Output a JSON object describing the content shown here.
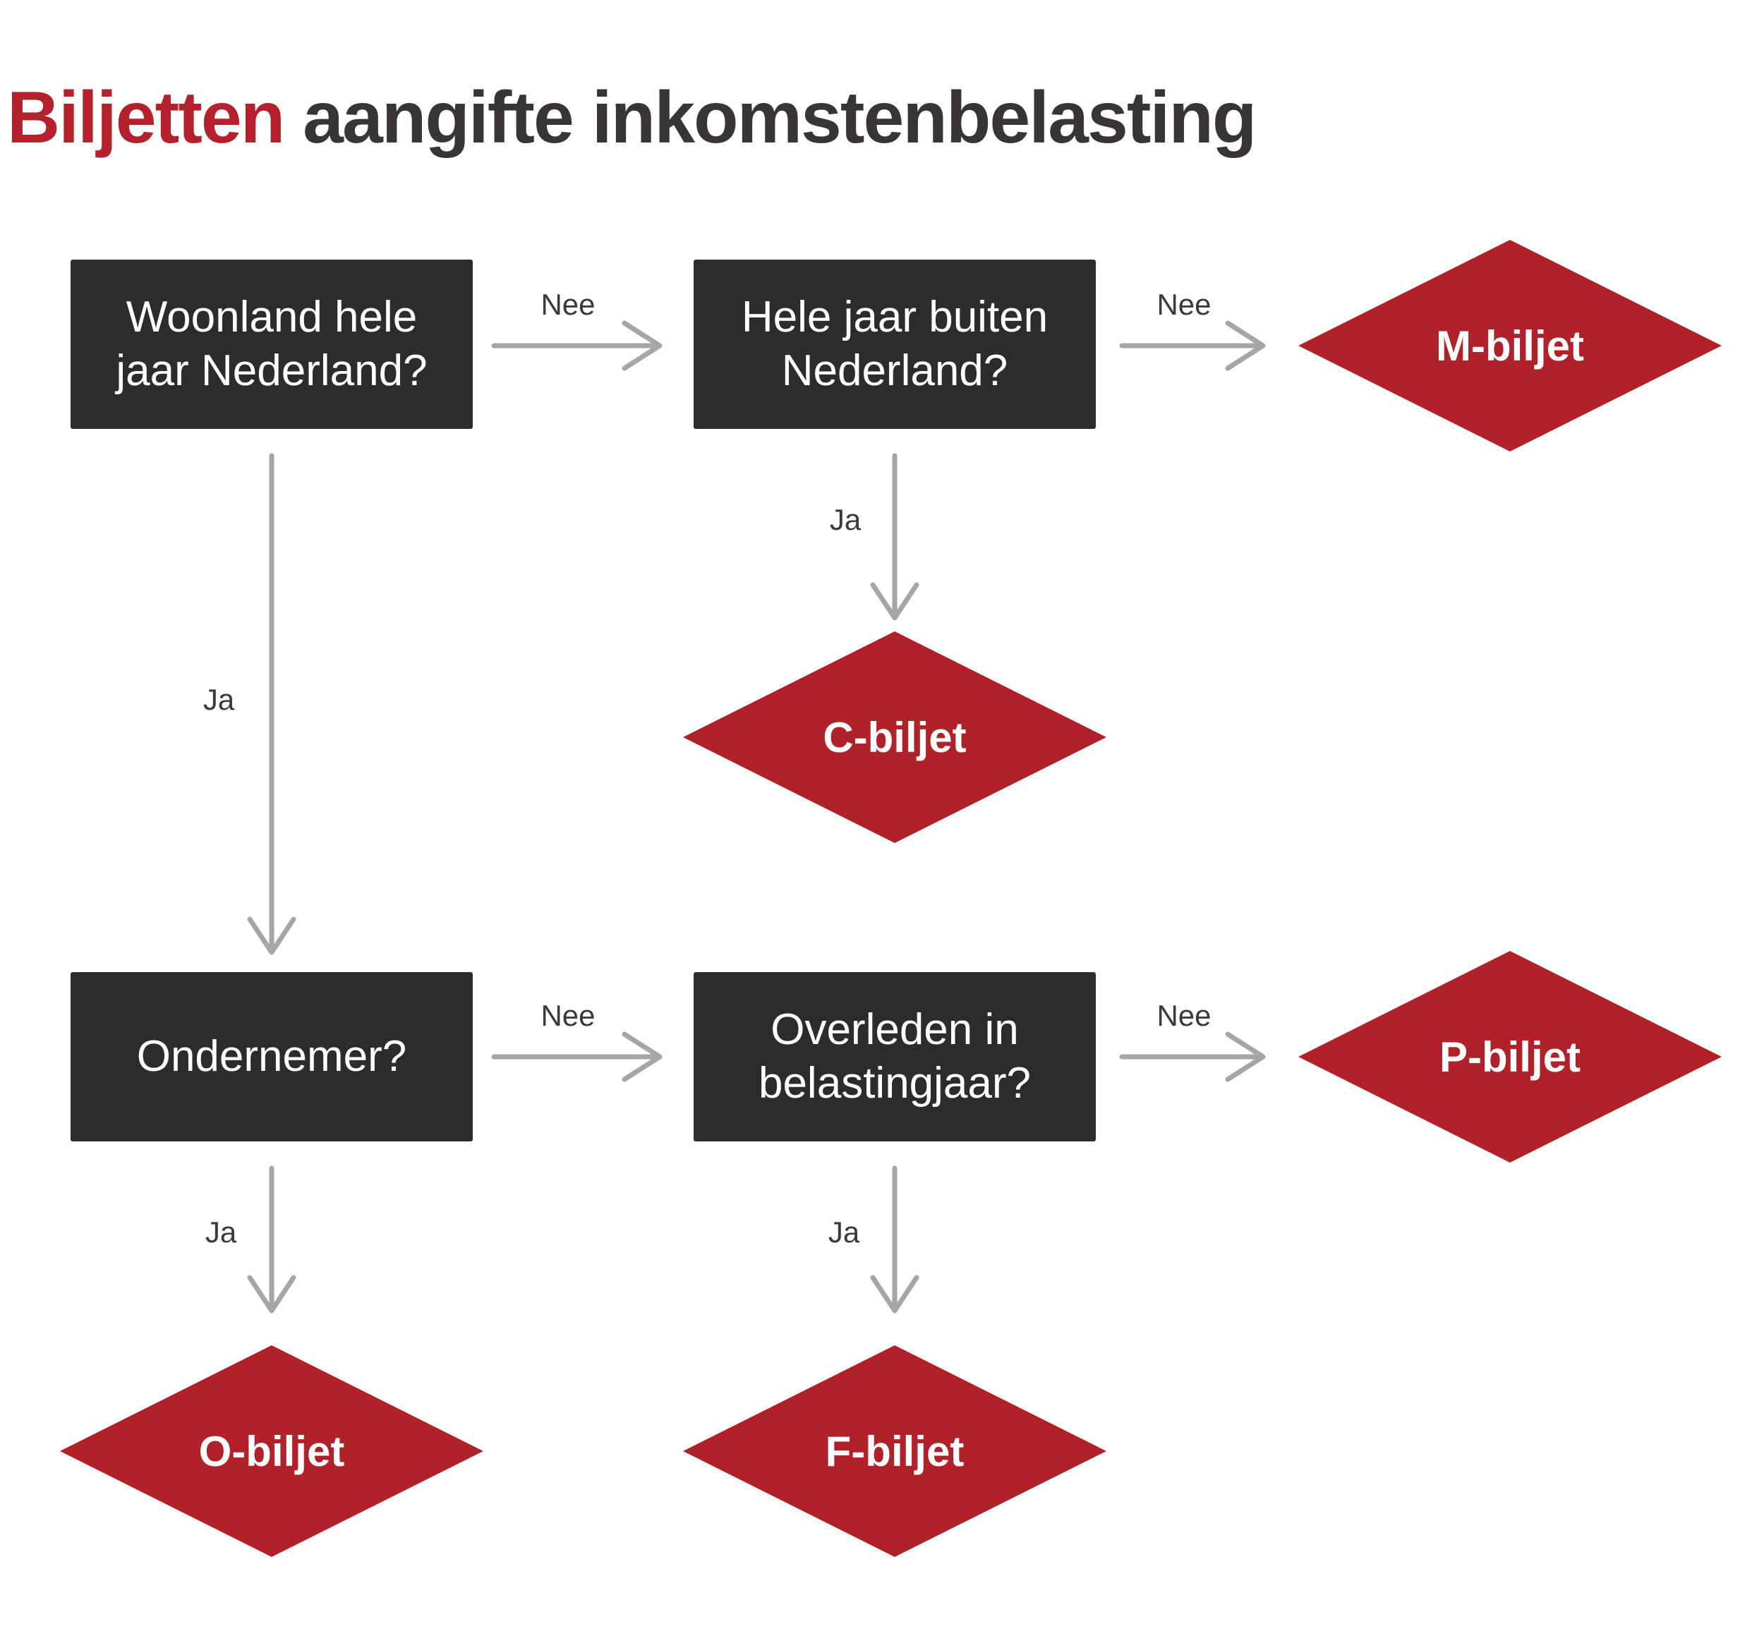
{
  "title": {
    "accent": "Biljetten",
    "rest": " aangifte inkomstenbelasting"
  },
  "palette": {
    "title_red": "#b4202c",
    "title_dark": "#393536",
    "question_box_dark": "#2e2b2c",
    "result_diamond_red": "#b1212a",
    "arrow_gray": "#a6a6a6",
    "edge_label_gray": "#3a3a3a",
    "node_text_white": "#ffffff",
    "background": "#ffffff"
  },
  "nodes": {
    "q_woonland": {
      "type": "question",
      "label": "Woonland hele\njaar Nederland?"
    },
    "q_buiten": {
      "type": "question",
      "label": "Hele jaar buiten\nNederland?"
    },
    "q_ondernemer": {
      "type": "question",
      "label": "Ondernemer?"
    },
    "q_overleden": {
      "type": "question",
      "label": "Overleden in\nbelastingjaar?"
    },
    "m_biljet": {
      "type": "result",
      "label": "M-biljet"
    },
    "c_biljet": {
      "type": "result",
      "label": "C-biljet"
    },
    "p_biljet": {
      "type": "result",
      "label": "P-biljet"
    },
    "o_biljet": {
      "type": "result",
      "label": "O-biljet"
    },
    "f_biljet": {
      "type": "result",
      "label": "F-biljet"
    }
  },
  "edge_labels": {
    "woonland_nee": "Nee",
    "woonland_ja": "Ja",
    "buiten_nee": "Nee",
    "buiten_ja": "Ja",
    "ondernemer_nee": "Nee",
    "ondernemer_ja": "Ja",
    "overleden_nee": "Nee",
    "overleden_ja": "Ja"
  }
}
